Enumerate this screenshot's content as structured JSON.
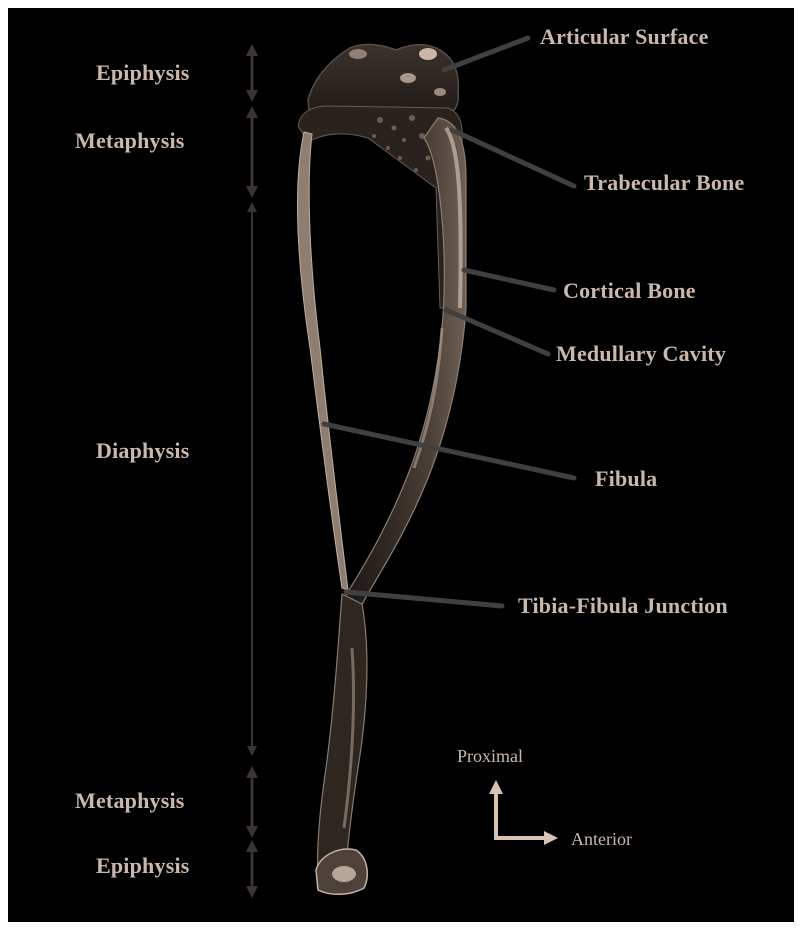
{
  "colors": {
    "background": "#000000",
    "frame": "#ffffff",
    "label_text": "#cbb8ac",
    "bone_light": "#d8c6b8",
    "bone_mid": "#7d6e63",
    "bone_dark": "#2a231f",
    "pointer": "#3a3a3a"
  },
  "region_labels": {
    "epiphysis_top": "Epiphysis",
    "metaphysis_top": "Metaphysis",
    "diaphysis": "Diaphysis",
    "metaphysis_bottom": "Metaphysis",
    "epiphysis_bottom": "Epiphysis"
  },
  "structure_labels": {
    "articular_surface": "Articular Surface",
    "trabecular_bone": "Trabecular Bone",
    "cortical_bone": "Cortical Bone",
    "medullary_cavity": "Medullary Cavity",
    "fibula": "Fibula",
    "tibia_fibula_junction": "Tibia-Fibula Junction"
  },
  "orientation": {
    "proximal": "Proximal",
    "anterior": "Anterior"
  }
}
